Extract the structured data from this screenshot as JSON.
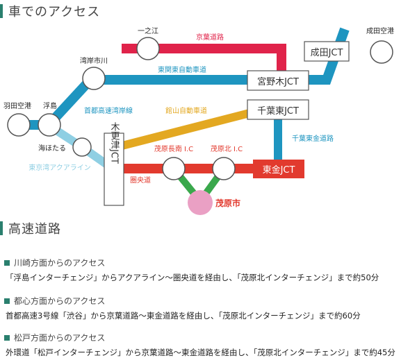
{
  "colors": {
    "accent": "#2a7f6e",
    "keiyo": "#e0234a",
    "higashi_kanto": "#1e95c0",
    "shuto_wangan": "#1e95c0",
    "aqua": "#8fcfe3",
    "tateyama": "#e3a821",
    "ken_o": "#e23a2e",
    "chiba_togane": "#1e95c0",
    "mobara_link": "#3aa84c",
    "mobara_city": "#eaa0c4",
    "mobara_label": "#e23a2e"
  },
  "header_map": {
    "title": "車でのアクセス"
  },
  "header_hw": {
    "title": "高速道路"
  },
  "map": {
    "roads": {
      "keiyo": "京葉道路",
      "higashi_kanto": "東関東自動車道",
      "shuto_wangan": "首都高速湾岸線",
      "tateyama": "館山自動車道",
      "chiba_togane": "千葉東金道路",
      "aqua": "東京湾アクアライン",
      "ken_o": "圏央道"
    },
    "stations": {
      "ichinoe": "一之江",
      "wangan_ichikawa": "湾岸市川",
      "haneda": "羽田空港",
      "ukishima": "浮島",
      "umihotaru": "海ほたる",
      "narita": "成田空港",
      "mobara_minami": "茂原長南 I.C",
      "mobara_kita": "茂原北 I.C",
      "mobara_city": "茂原市"
    },
    "junctions": {
      "narita_jct": "成田JCT",
      "miyanogi_jct": "宮野木JCT",
      "chibahigashi_jct": "千葉東JCT",
      "kisarazu_jct": "木更津JCT",
      "togane_jct": "東金JCT"
    }
  },
  "routes": [
    {
      "title": "川崎方面からのアクセス",
      "desc": "「浮島インターチェンジ」からアクアライン〜圏央道を経由し、「茂原北インターチェンジ」まで約50分"
    },
    {
      "title": "都心方面からのアクセス",
      "desc": "首都高速3号線「渋谷」から京葉道路〜東金道路を経由し、「茂原北インターチェンジ」まで約60分"
    },
    {
      "title": "松戸方面からのアクセス",
      "desc": "外環道「松戸インターチェンジ」から京葉道路〜東金道路を経由し、「茂原北インターチェンジ」まで約45分"
    }
  ]
}
